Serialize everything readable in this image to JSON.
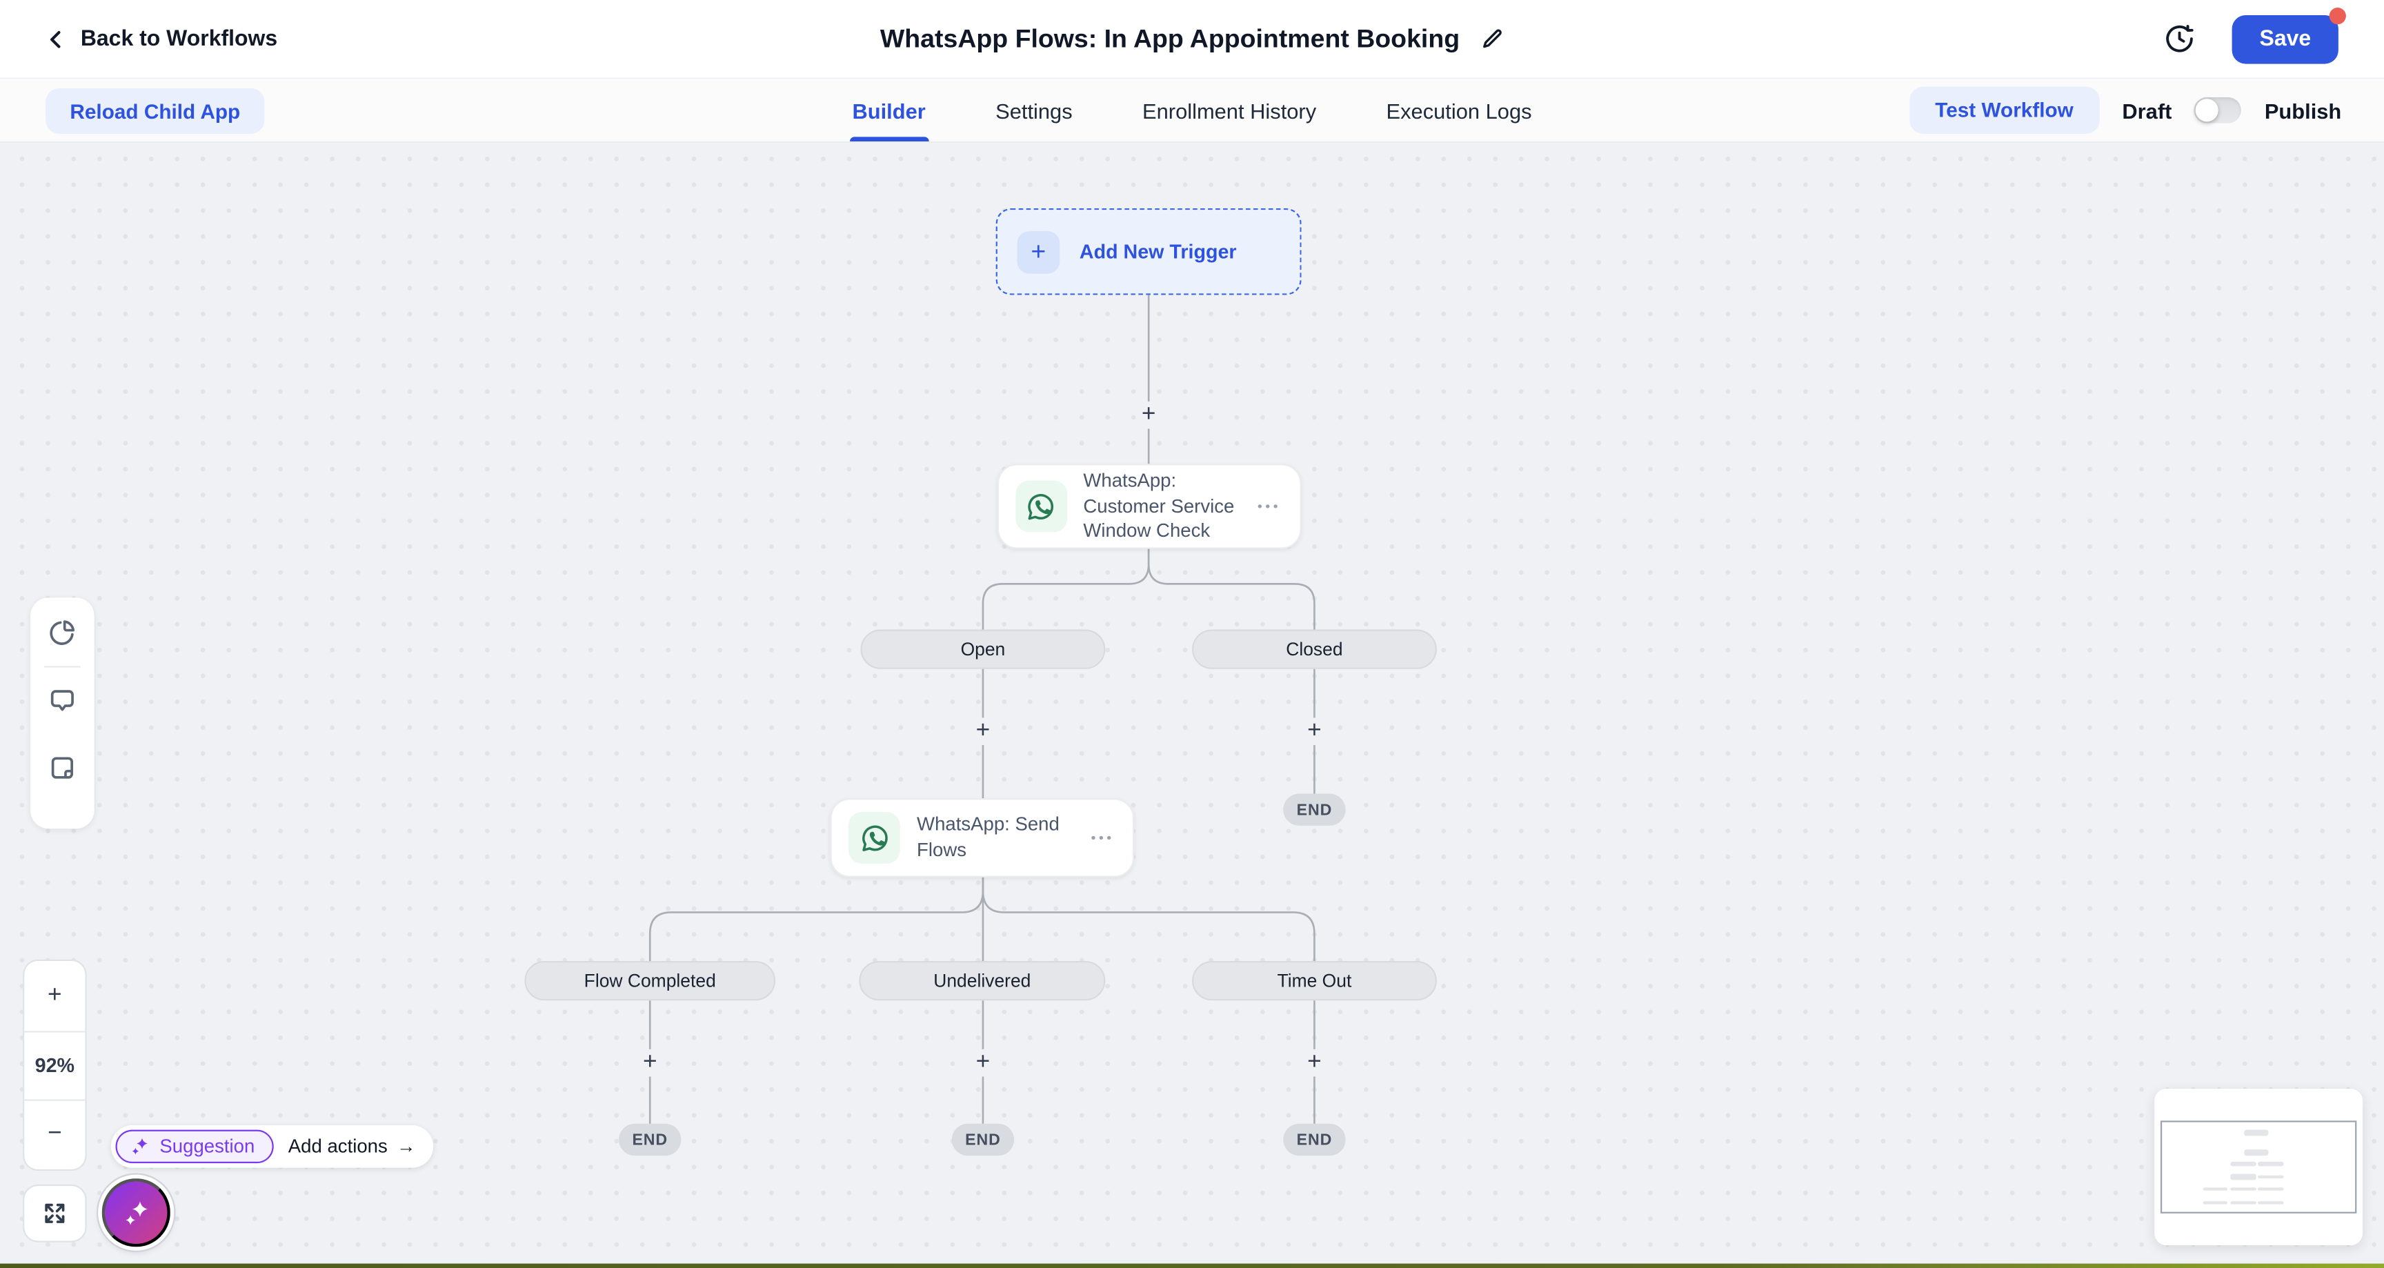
{
  "header": {
    "back_label": "Back to Workflows",
    "title": "WhatsApp Flows: In App Appointment Booking",
    "save_label": "Save"
  },
  "toolbar": {
    "reload_label": "Reload Child App",
    "tabs": [
      {
        "label": "Builder",
        "active": true
      },
      {
        "label": "Settings",
        "active": false
      },
      {
        "label": "Enrollment History",
        "active": false
      },
      {
        "label": "Execution Logs",
        "active": false
      }
    ],
    "test_workflow_label": "Test Workflow",
    "draft_label": "Draft",
    "publish_label": "Publish",
    "publish_toggle_state": "off"
  },
  "canvas": {
    "trigger": {
      "label": "Add New Trigger",
      "plus": "+"
    },
    "plus_label": "+",
    "menu_label": "•••",
    "node_service_window": {
      "title": "WhatsApp: Customer Service Window Check",
      "icon": "whatsapp-icon"
    },
    "node_send_flows": {
      "title": "WhatsApp: Send Flows",
      "icon": "whatsapp-icon"
    },
    "branches_level1": [
      "Open",
      "Closed"
    ],
    "branches_level2": [
      "Flow Completed",
      "Undelivered",
      "Time Out"
    ],
    "end_label": "END"
  },
  "zoom_controls": {
    "zoom_in": "+",
    "zoom_level": "92%",
    "zoom_out": "−"
  },
  "suggestion": {
    "label": "Suggestion",
    "add_actions_label": "Add actions",
    "arrow": "→"
  },
  "colors": {
    "accent_blue": "#2d53de",
    "save_button": "#3056dd",
    "unsaved_dot_red": "#ec5f55",
    "whatsapp_green": "#277a52",
    "whatsapp_bg": "#eaf8f0",
    "suggestion_purple": "#7c3aed",
    "fab_gradient": [
      "#8f35e0",
      "#c93e8d"
    ],
    "canvas_bg": "#eff1f4",
    "wire_gray": "#a9aeb5",
    "bottom_strip_olive": "#5c6a24"
  }
}
